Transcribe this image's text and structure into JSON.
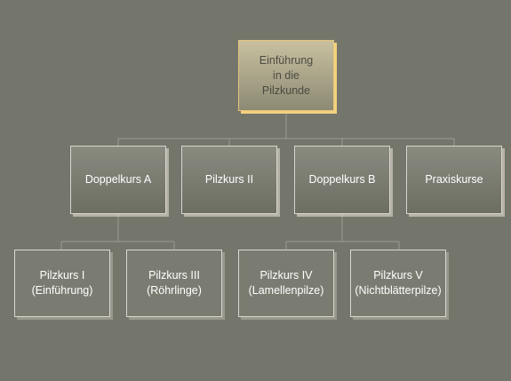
{
  "nodes": {
    "root": {
      "label": "Einführung\nin die\nPilzkunde"
    },
    "level2": [
      {
        "label": "Doppelkurs A"
      },
      {
        "label": "Pilzkurs II"
      },
      {
        "label": "Doppelkurs B"
      },
      {
        "label": "Praxiskurse"
      }
    ],
    "level3": [
      {
        "label": "Pilzkurs I\n(Einführung)"
      },
      {
        "label": "Pilzkurs III\n(Röhrlinge)"
      },
      {
        "label": "Pilzkurs IV\n(Lamellenpilze)"
      },
      {
        "label": "Pilzkurs V\n(Nichtblätterpilze)"
      }
    ]
  },
  "colors": {
    "background": "#75766b",
    "root_highlight": "#f2d27e",
    "connector": "#9a9b92"
  }
}
